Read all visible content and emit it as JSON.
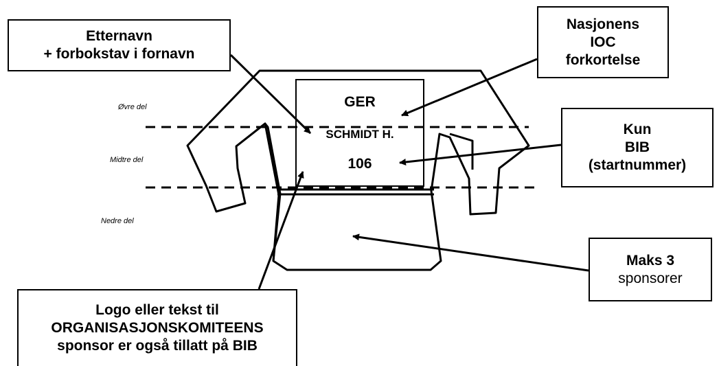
{
  "callouts": {
    "name": {
      "line1": "Etternavn",
      "line2": "+ forbokstav i fornavn"
    },
    "ioc": {
      "line1": "Nasjonens",
      "line2": "IOC",
      "line3": "forkortelse"
    },
    "bib": {
      "line1": "Kun",
      "line2": "BIB",
      "line3": "(startnummer)"
    },
    "sponsors": {
      "line1": "Maks 3",
      "line2": "sponsorer"
    },
    "organizer": {
      "line1": "Logo eller tekst til",
      "line2": "ORGANISASJONSKOMITEENS",
      "line3": "sponsor er også tillatt på BIB"
    }
  },
  "zones": {
    "upper": "Øvre del",
    "middle": "Midtre del",
    "lower": "Nedre del"
  },
  "bib": {
    "country": "GER",
    "name": "SCHMIDT H.",
    "number": "106"
  }
}
